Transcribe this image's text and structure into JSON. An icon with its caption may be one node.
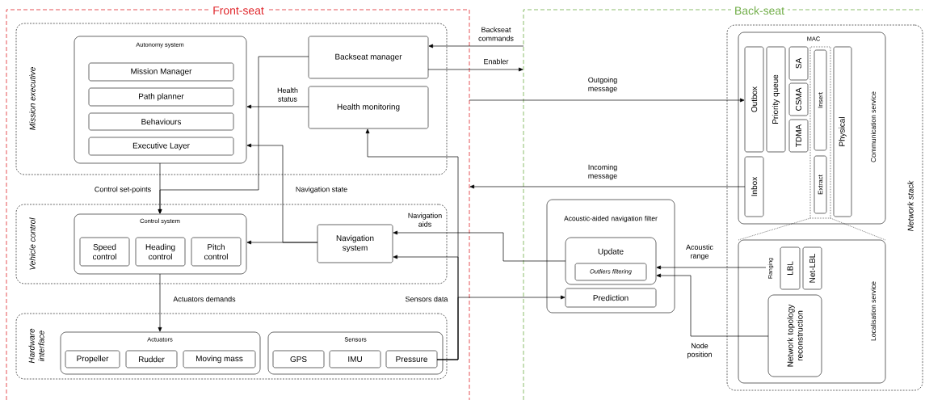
{
  "diagram": {
    "nodes": [
      {
        "text": [
          "Front-seat"
        ]
      },
      {
        "text": [
          "Back-seat"
        ]
      },
      {
        "text": [
          "Mission executive"
        ],
        "in": 0
      },
      {
        "text": [
          "Autonomy system"
        ],
        "in": 2
      },
      {
        "text": [
          "Mission Manager"
        ],
        "in": 3
      },
      {
        "text": [
          "Path planner"
        ],
        "in": 3
      },
      {
        "text": [
          "Behaviours"
        ],
        "in": 3
      },
      {
        "text": [
          "Executive Layer"
        ],
        "in": 3
      },
      {
        "text": [
          "Backseat manager"
        ],
        "in": 2
      },
      {
        "text": [
          "Health monitoring"
        ],
        "in": 2
      },
      {
        "text": [
          "Vehicle control"
        ],
        "in": 0
      },
      {
        "text": [
          "Control system"
        ],
        "in": 10
      },
      {
        "text": [
          "Speed control"
        ],
        "in": 11
      },
      {
        "text": [
          "Heading control"
        ],
        "in": 11
      },
      {
        "text": [
          "Pitch control"
        ],
        "in": 11
      },
      {
        "text": [
          "Navigation system"
        ],
        "in": 10
      },
      {
        "text": [
          "Hardware interface"
        ],
        "in": 0
      },
      {
        "text": [
          "Actuators"
        ],
        "in": 16
      },
      {
        "text": [
          "Propeller"
        ],
        "in": 17
      },
      {
        "text": [
          "Rudder"
        ],
        "in": 17
      },
      {
        "text": [
          "Moving mass"
        ],
        "in": 17
      },
      {
        "text": [
          "Sensors"
        ],
        "in": 16
      },
      {
        "text": [
          "GPS"
        ],
        "in": 21
      },
      {
        "text": [
          "IMU"
        ],
        "in": 21
      },
      {
        "text": [
          "Pressure"
        ],
        "in": 21
      },
      {
        "text": [
          "Network stack"
        ],
        "in": 1
      },
      {
        "text": [
          "MAC",
          "Communication service"
        ],
        "in": 25
      },
      {
        "text": [
          "Outbox"
        ],
        "in": 26
      },
      {
        "text": [
          "Priority queue"
        ],
        "in": 26
      },
      {
        "text": [
          "SA"
        ],
        "in": 26
      },
      {
        "text": [
          "CSMA"
        ],
        "in": 26
      },
      {
        "text": [
          "TDMA"
        ],
        "in": 26
      },
      {
        "text": [
          "Insert"
        ],
        "in": 26
      },
      {
        "text": [
          "Extract"
        ],
        "in": 26
      },
      {
        "text": [
          "Physical"
        ],
        "in": 26
      },
      {
        "text": [
          "Inbox"
        ],
        "in": 26
      },
      {
        "text": [
          "Localisation service"
        ],
        "in": 25
      },
      {
        "text": [
          "Ranging"
        ],
        "in": 36
      },
      {
        "text": [
          "LBL"
        ],
        "in": 36
      },
      {
        "text": [
          "Net-LBL"
        ],
        "in": 36
      },
      {
        "text": [
          "Network topology reconstruction"
        ],
        "in": 36
      },
      {
        "text": [
          "Acoustic-aided navigation filter"
        ],
        "in": 1
      },
      {
        "text": [
          "Update"
        ],
        "in": 41
      },
      {
        "text": [
          "Outliers filtering"
        ],
        "in": 42
      },
      {
        "text": [
          "Prediction"
        ],
        "in": 41
      }
    ],
    "edges": [
      {
        "from": 1,
        "to": 8,
        "arrow": "to",
        "label": "Backseat commands"
      },
      {
        "from": 8,
        "to": 1,
        "arrow": "to",
        "label": "Enabler"
      },
      {
        "from": 0,
        "to": 27,
        "arrow": "to",
        "label": "Outgoing message"
      },
      {
        "from": 35,
        "to": 0,
        "arrow": "to",
        "label": "Incoming message"
      },
      {
        "from": 9,
        "to": 3,
        "arrow": "to",
        "label": "Health status"
      },
      {
        "from": 3,
        "to": 11,
        "arrow": "to",
        "label": "Control set-points"
      },
      {
        "from": 8,
        "to": 11,
        "arrow": "to"
      },
      {
        "from": 15,
        "to": 11,
        "arrow": "to"
      },
      {
        "from": 15,
        "to": 3,
        "arrow": "to",
        "label": "Navigation state"
      },
      {
        "from": 24,
        "to": 9,
        "arrow": "to"
      },
      {
        "from": 24,
        "to": 15,
        "arrow": "to"
      },
      {
        "from": 24,
        "to": 44,
        "arrow": "to",
        "label": "Sensors data"
      },
      {
        "from": 42,
        "to": 15,
        "arrow": "to",
        "label": "Navigation aids"
      },
      {
        "from": 37,
        "to": 42,
        "arrow": "to",
        "label": "Acoustic range"
      },
      {
        "from": 40,
        "to": 42,
        "arrow": "to",
        "label": "Node position"
      },
      {
        "from": 11,
        "to": 17,
        "arrow": "to",
        "label": "Actuators demands"
      }
    ]
  }
}
